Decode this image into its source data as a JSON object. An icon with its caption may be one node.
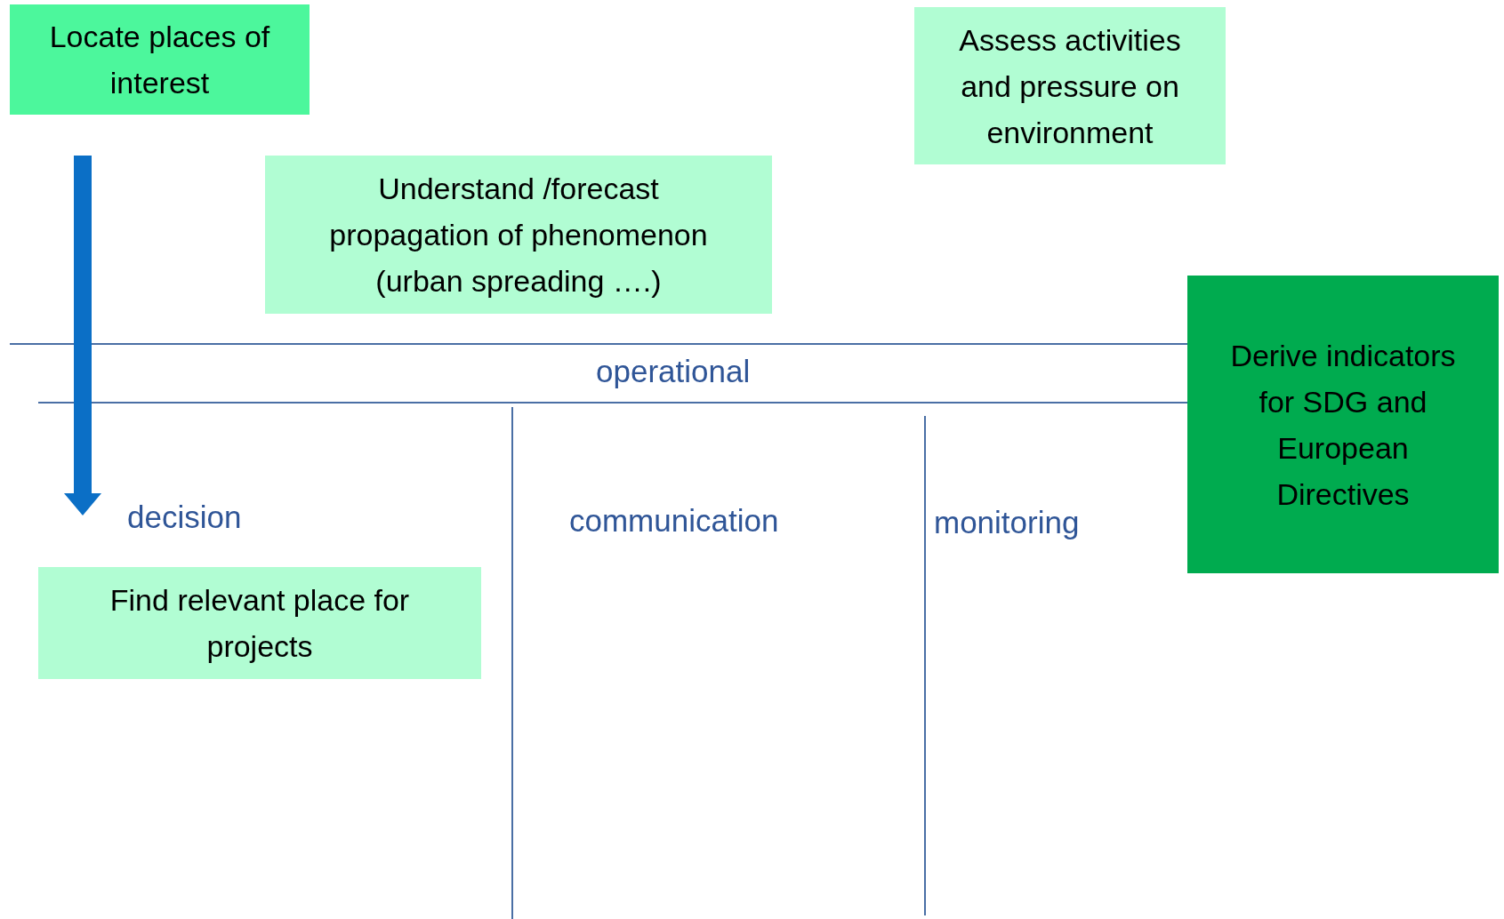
{
  "diagram": {
    "nodes": [
      {
        "text": [
          "Locate places of interest"
        ]
      },
      {
        "text": [
          "Assess activities and pressure on environment"
        ]
      },
      {
        "text": [
          "Understand /forecast propagation of phenomenon (urban spreading ….)"
        ]
      },
      {
        "text": [
          "Derive indicators for SDG and European Directives"
        ]
      },
      {
        "text": [
          "Find relevant place for projects"
        ]
      }
    ],
    "edges": [
      {
        "from": 0,
        "to": 4,
        "arrow": "to"
      }
    ],
    "labels": [
      "operational",
      "decision",
      "communication",
      "monitoring"
    ]
  }
}
